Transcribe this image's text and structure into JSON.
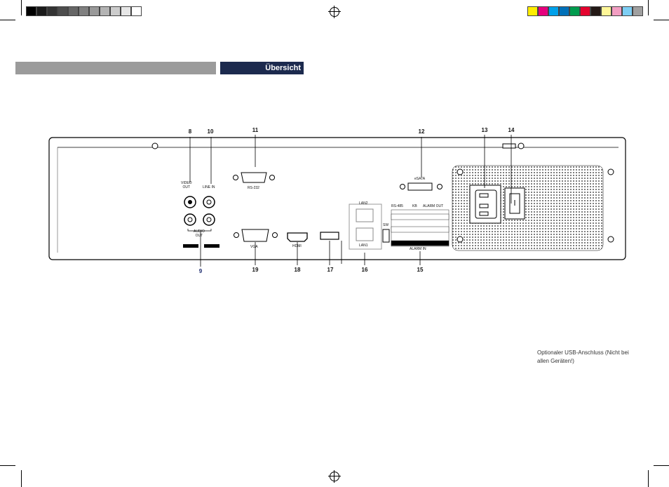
{
  "print_marks": {
    "gray_swatches": [
      "#000000",
      "#1a1a1a",
      "#333333",
      "#4d4d4d",
      "#666666",
      "#808080",
      "#999999",
      "#b3b3b3",
      "#cccccc",
      "#e6e6e6",
      "#ffffff"
    ],
    "color_swatches": [
      "#ffed00",
      "#e5007d",
      "#00a0e9",
      "#0070b8",
      "#009b4e",
      "#e4032e",
      "#231815",
      "#fff799",
      "#f29ec2",
      "#7ecef4",
      "#a0a0a0"
    ]
  },
  "header": {
    "title": "Übersicht"
  },
  "panel": {
    "callouts": {
      "n8": "8",
      "n10": "10",
      "n11": "11",
      "n12": "12",
      "n13": "13",
      "n14": "14",
      "n9": "9",
      "n19": "19",
      "n18": "18",
      "n17": "17",
      "n16": "16",
      "n15": "15"
    },
    "labels": {
      "video_out": "VIDEO\nOUT",
      "line_in": "LINE IN",
      "rs232": "RS-232",
      "esata": "eSATA",
      "lan2": "LAN2",
      "lan1": "LAN1",
      "audio_out": "AUDIO\nOUT",
      "vga": "VGA",
      "hdmi": "HDMI",
      "alarm_in": "ALARM IN",
      "alarm_out": "ALARM OUT",
      "rs485": "RS-485",
      "kb": "KB",
      "sw": "SW"
    }
  },
  "note": {
    "text": "Optionaler USB-Anschluss (Nicht bei allen Geräten!)"
  }
}
